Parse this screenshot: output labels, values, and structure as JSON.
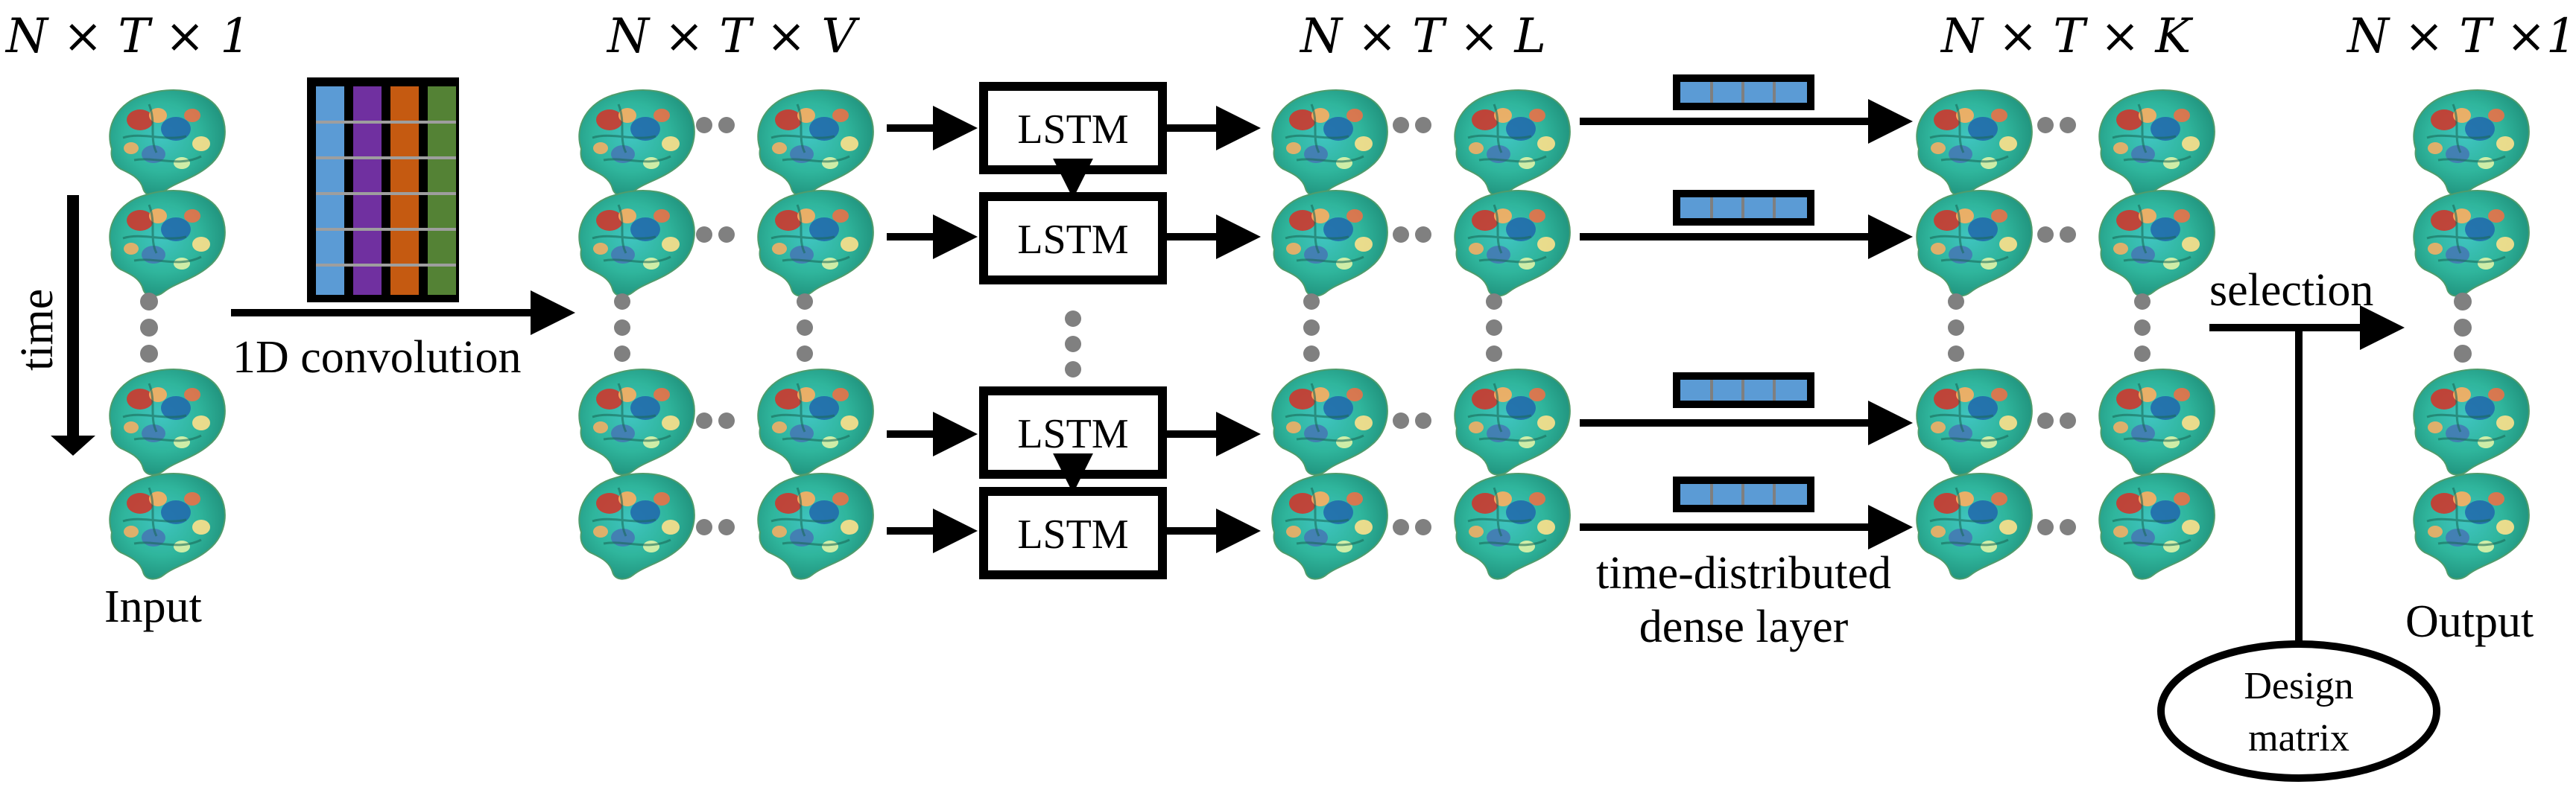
{
  "shapes": {
    "input": "N × T × 1",
    "conv_out": "N × T × V",
    "lstm_out": "N × T × L",
    "dense_out": "N × T × K",
    "output": "N × T ×1"
  },
  "labels": {
    "time": "time",
    "input": "Input",
    "conv": "1D convolution",
    "lstm": "LSTM",
    "dense_line1": "time-distributed",
    "dense_line2": "dense layer",
    "selection": "selection",
    "design_line1": "Design",
    "design_line2": "matrix",
    "output": "Output"
  },
  "colors": {
    "conv_filters": [
      "#5B9BD5",
      "#7030A0",
      "#C55A11",
      "#548235"
    ],
    "dense_cells": "#5B9BD5",
    "dots": "#808080"
  },
  "icons": {
    "brain": "brain-surface-icon"
  }
}
